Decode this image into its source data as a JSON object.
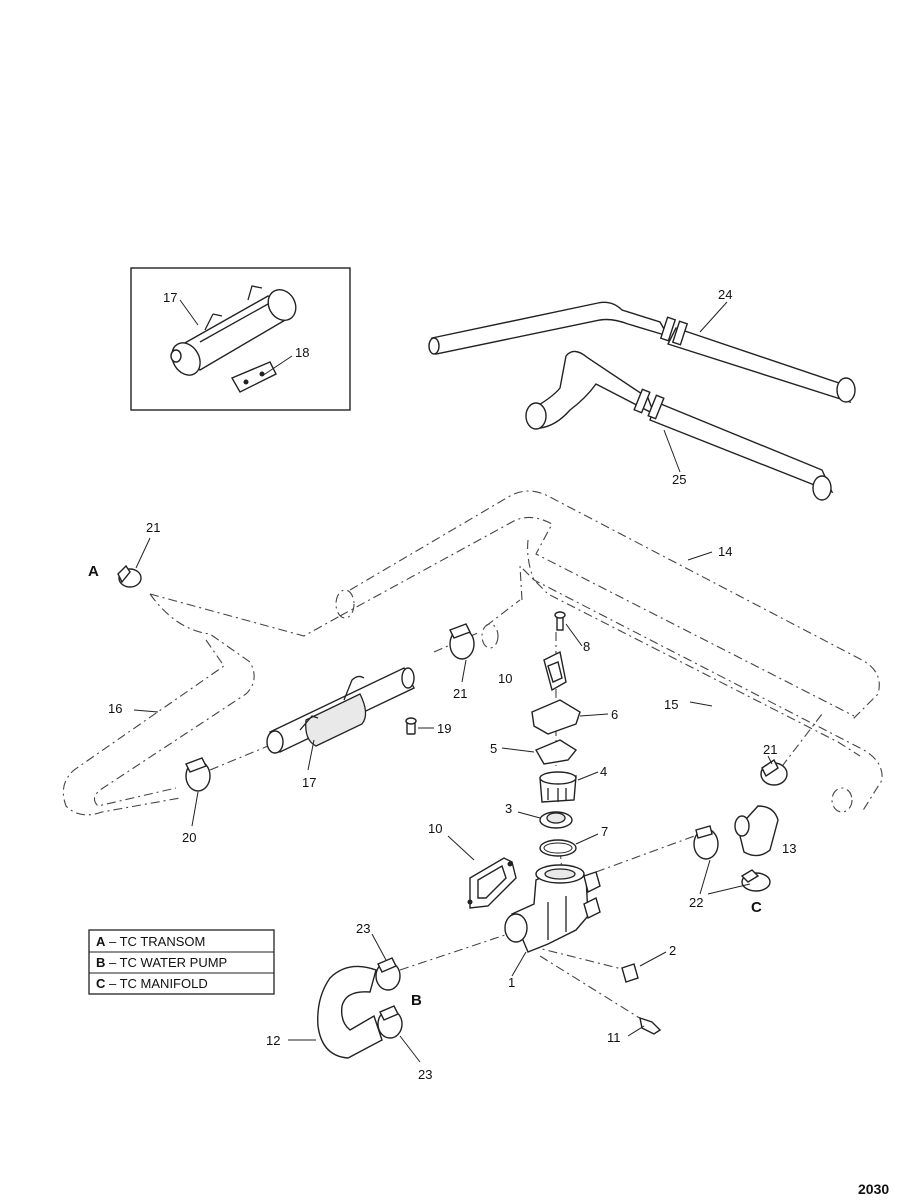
{
  "callouts": {
    "c17_inset": "17",
    "c18": "18",
    "c24": "24",
    "c25": "25",
    "c21_a": "21",
    "c14": "14",
    "c16": "16",
    "c8": "8",
    "c21_b": "21",
    "c10_a": "10",
    "c6": "6",
    "c15": "15",
    "c19": "19",
    "c17": "17",
    "c5": "5",
    "c4": "4",
    "c21_c": "21",
    "c20": "20",
    "c3": "3",
    "c7": "7",
    "c10_b": "10",
    "c13": "13",
    "c22": "22",
    "c23_a": "23",
    "c2": "2",
    "c1": "1",
    "c11": "11",
    "c12": "12",
    "c23_b": "23"
  },
  "connection_letters": {
    "a": "A",
    "b": "B",
    "c": "C"
  },
  "legend": [
    {
      "letter": "A",
      "desc": "TC TRANSOM"
    },
    {
      "letter": "B",
      "desc": "TC WATER PUMP"
    },
    {
      "letter": "C",
      "desc": "TC MANIFOLD"
    }
  ],
  "figure_number": "2030"
}
